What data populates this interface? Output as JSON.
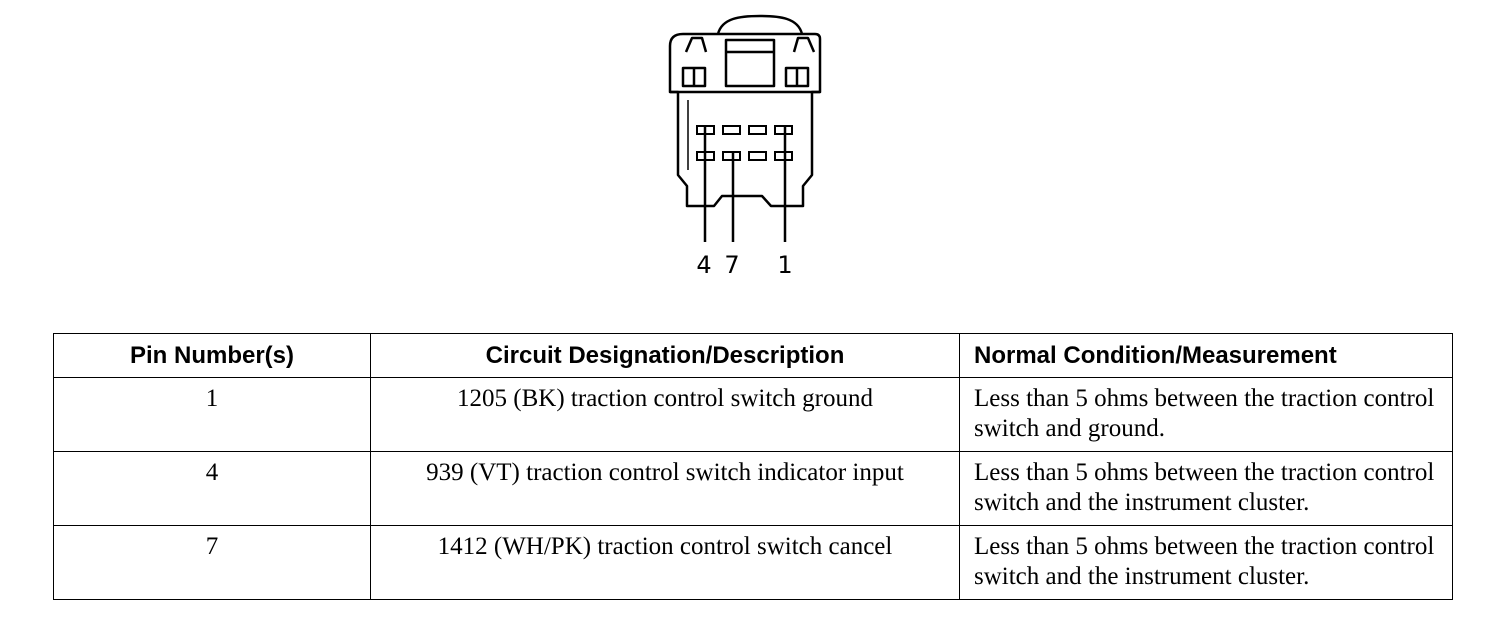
{
  "connector": {
    "pin_callouts": [
      "4",
      "7",
      "1"
    ]
  },
  "table": {
    "headers": [
      "Pin Number(s)",
      "Circuit Designation/Description",
      "Normal Condition/Measurement"
    ],
    "rows": [
      [
        "1",
        "1205 (BK) traction control switch ground",
        "Less than 5 ohms between the traction control switch and ground."
      ],
      [
        "4",
        "939 (VT) traction control switch indicator input",
        "Less than 5 ohms between the traction control switch and the instrument cluster."
      ],
      [
        "7",
        "1412 (WH/PK) traction control switch cancel",
        "Less than 5 ohms between the traction control switch and the instrument cluster."
      ]
    ]
  }
}
